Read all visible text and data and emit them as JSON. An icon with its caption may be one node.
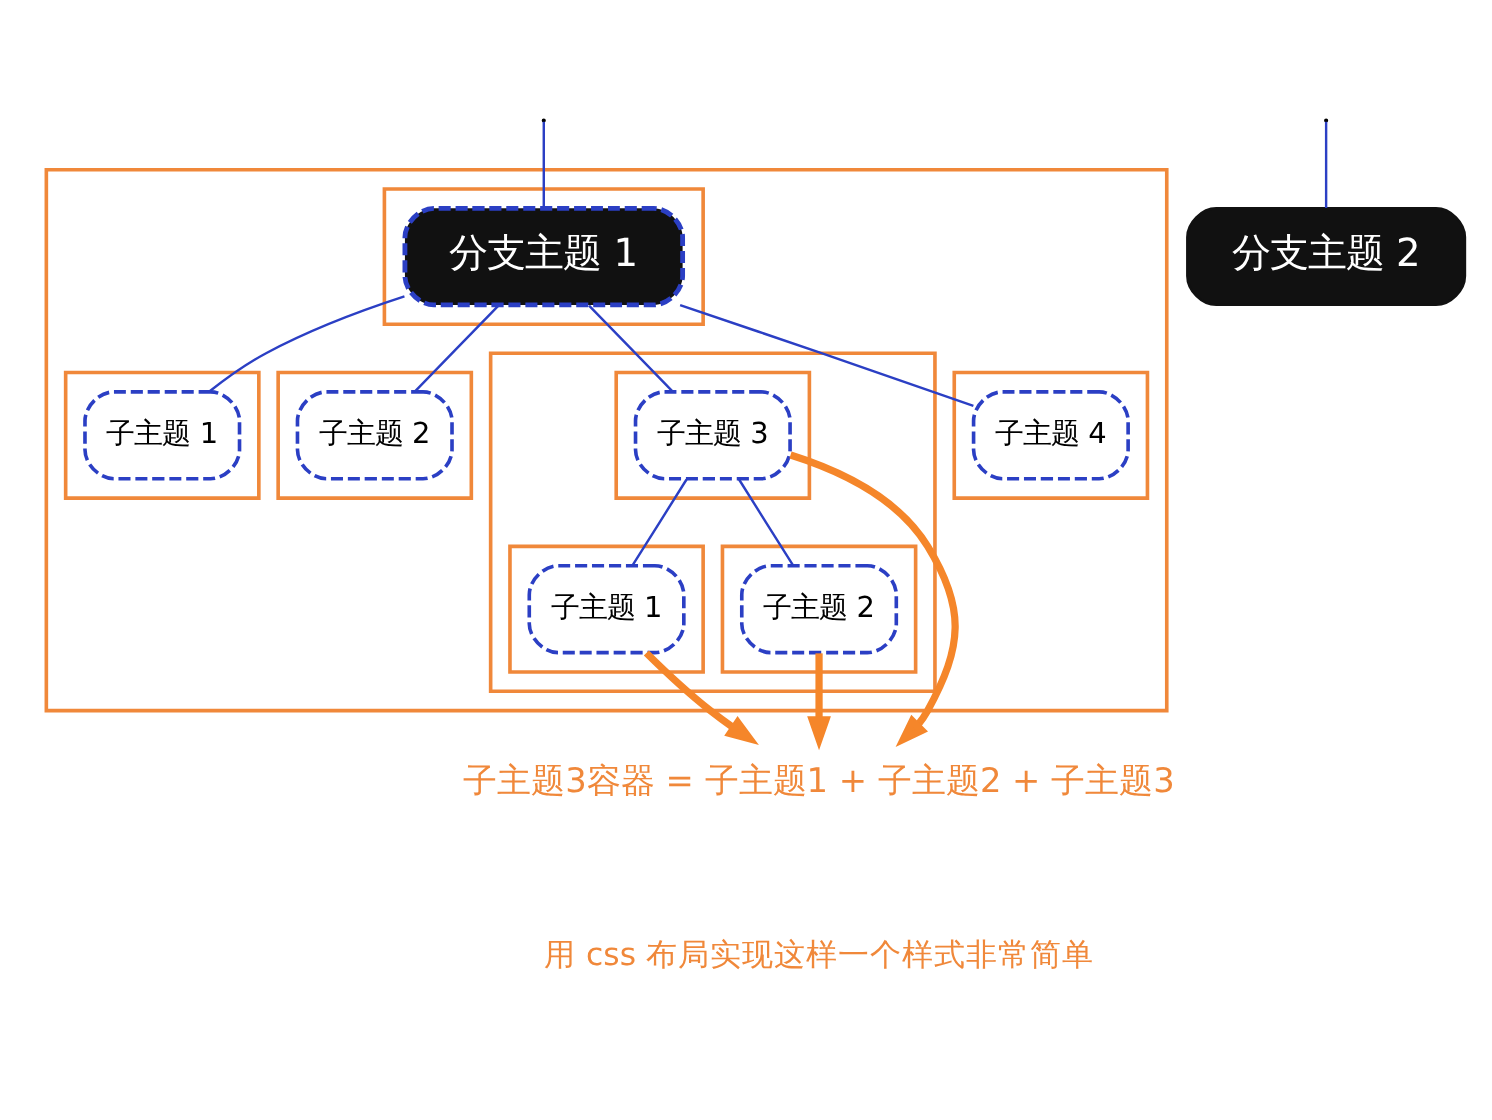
{
  "diagram": {
    "nodes": [
      {
        "text": [],
        "shape": "box"
      },
      {
        "text": [],
        "shape": "box",
        "in": 0
      },
      {
        "text": [
          "分支主题 1"
        ],
        "in": 1
      },
      {
        "text": [
          "分支主题 2"
        ]
      },
      {
        "text": [],
        "shape": "box",
        "in": 0
      },
      {
        "text": [
          "子主题 1"
        ],
        "in": 4
      },
      {
        "text": [],
        "shape": "box",
        "in": 0
      },
      {
        "text": [
          "子主题 2"
        ],
        "in": 6
      },
      {
        "text": [],
        "shape": "box",
        "in": 0
      },
      {
        "text": [],
        "shape": "box",
        "in": 8
      },
      {
        "text": [
          "子主题 3"
        ],
        "in": 9
      },
      {
        "text": [],
        "shape": "box",
        "in": 8
      },
      {
        "text": [
          "子主题 1"
        ],
        "in": 11
      },
      {
        "text": [],
        "shape": "box",
        "in": 8
      },
      {
        "text": [
          "子主题 2"
        ],
        "in": 13
      },
      {
        "text": [],
        "shape": "box",
        "in": 0
      },
      {
        "text": [
          "子主题 4"
        ],
        "in": 15
      },
      {
        "text": [
          "子主题3容器 = 子主题1 + 子主题2 + 子主题3"
        ]
      }
    ],
    "edges": [
      {
        "from": null,
        "to": 2,
        "arrow": "none"
      },
      {
        "from": null,
        "to": 3,
        "arrow": "none"
      },
      {
        "from": 2,
        "to": 5,
        "arrow": "none"
      },
      {
        "from": 2,
        "to": 7,
        "arrow": "none"
      },
      {
        "from": 2,
        "to": 10,
        "arrow": "none"
      },
      {
        "from": 2,
        "to": 16,
        "arrow": "none"
      },
      {
        "from": 10,
        "to": 12,
        "arrow": "none"
      },
      {
        "from": 10,
        "to": 14,
        "arrow": "none"
      },
      {
        "from": 10,
        "to": 17,
        "arrow": "to",
        "style": "thick",
        "color": "#f5862a"
      },
      {
        "from": 12,
        "to": 17,
        "arrow": "to",
        "style": "thick",
        "color": "#f5862a"
      },
      {
        "from": 14,
        "to": 17,
        "arrow": "to",
        "style": "thick",
        "color": "#f5862a"
      }
    ],
    "labels": [
      "用 css 布局实现这样一个样式非常简单"
    ]
  }
}
